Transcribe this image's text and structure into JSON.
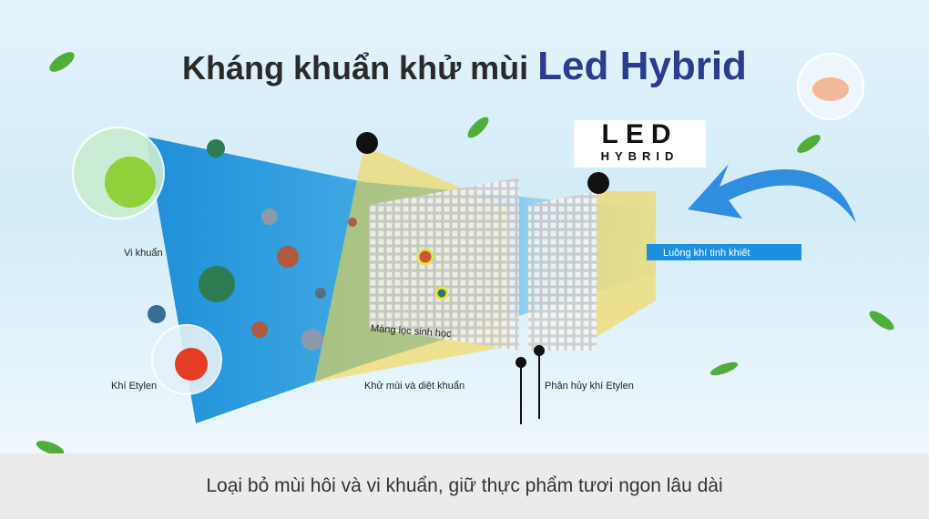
{
  "title": {
    "main": "Kháng khuẩn khử mùi",
    "highlight": "Led Hybrid"
  },
  "logo": {
    "line1": "LED",
    "line2": "HYBRID",
    "badge": "LED"
  },
  "labels": {
    "bacteria": "Vi khuẩn",
    "ethylene": "Khí Etylen",
    "bio_filter": "Màng lọc sinh học",
    "deodorize": "Khử mùi và diệt khuẩn",
    "decompose": "Phân hủy khí Etylen",
    "pure_air": "Luồng khí tinh khiết"
  },
  "footer": {
    "caption": "Loại bỏ mùi hôi và vi khuẩn, giữ thực phẩm tươi ngon lâu dài"
  },
  "colors": {
    "accent": "#2b3b8f",
    "air_band": "#1b8fe0",
    "filter_yellow": "#f5d64a"
  }
}
